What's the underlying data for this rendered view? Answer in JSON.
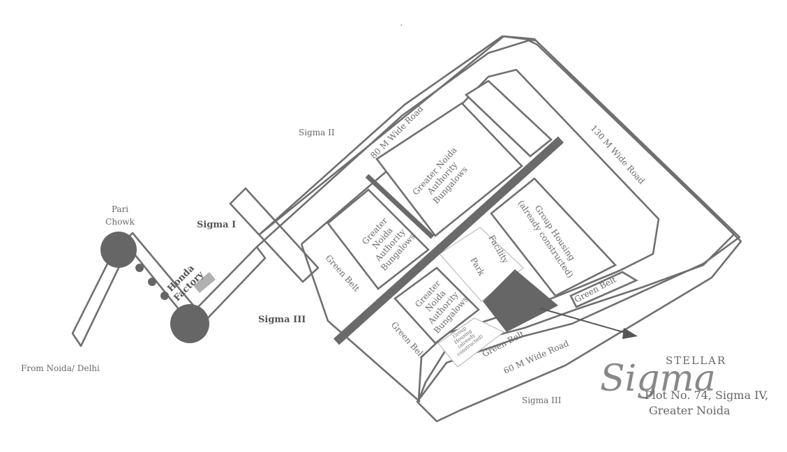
{
  "map": {
    "places": {
      "pari_chowk_1": "Pari",
      "pari_chowk_2": "Chowk",
      "from_noida": "From Noida/ Delhi",
      "honda_1": "Honda",
      "honda_2": "Factory",
      "sigma_1": "Sigma I",
      "sigma_2": "Sigma II",
      "sigma_3a": "Sigma III",
      "sigma_3b": "Sigma III"
    },
    "roads": {
      "road_80": "80 M Wide Road",
      "road_130": "130 M Wide Road",
      "road_60": "60 M Wide Road"
    },
    "plots": {
      "bungalows_left": [
        "Greater",
        "Noida",
        "Authority",
        "Bungalows"
      ],
      "bungalows_top": [
        "Greater Noida",
        "Authority",
        "Bungalows"
      ],
      "bungalows_bottom": [
        "Greater",
        "Noida",
        "Authority",
        "Bungalows"
      ],
      "group_housing": [
        "Group Housing",
        "(already constructed)"
      ],
      "group_housing_small": [
        "Group",
        "Housing",
        "(already",
        "constructed)"
      ],
      "park": "Park",
      "facility": "Facility",
      "green_belt_1": "Green Belt",
      "green_belt_2": "Green Belt",
      "green_belt_3": "Green Belt",
      "green_belt_4": "Green Belt"
    },
    "brand": {
      "top": "STELLAR",
      "script": "Sigma",
      "address_1": "Plot No. 74, Sigma IV,",
      "address_2": "Greater Noida"
    },
    "colors": {
      "line": "#6f6f6f",
      "highlight": "#666666",
      "honda": "#b0b0b0"
    }
  }
}
